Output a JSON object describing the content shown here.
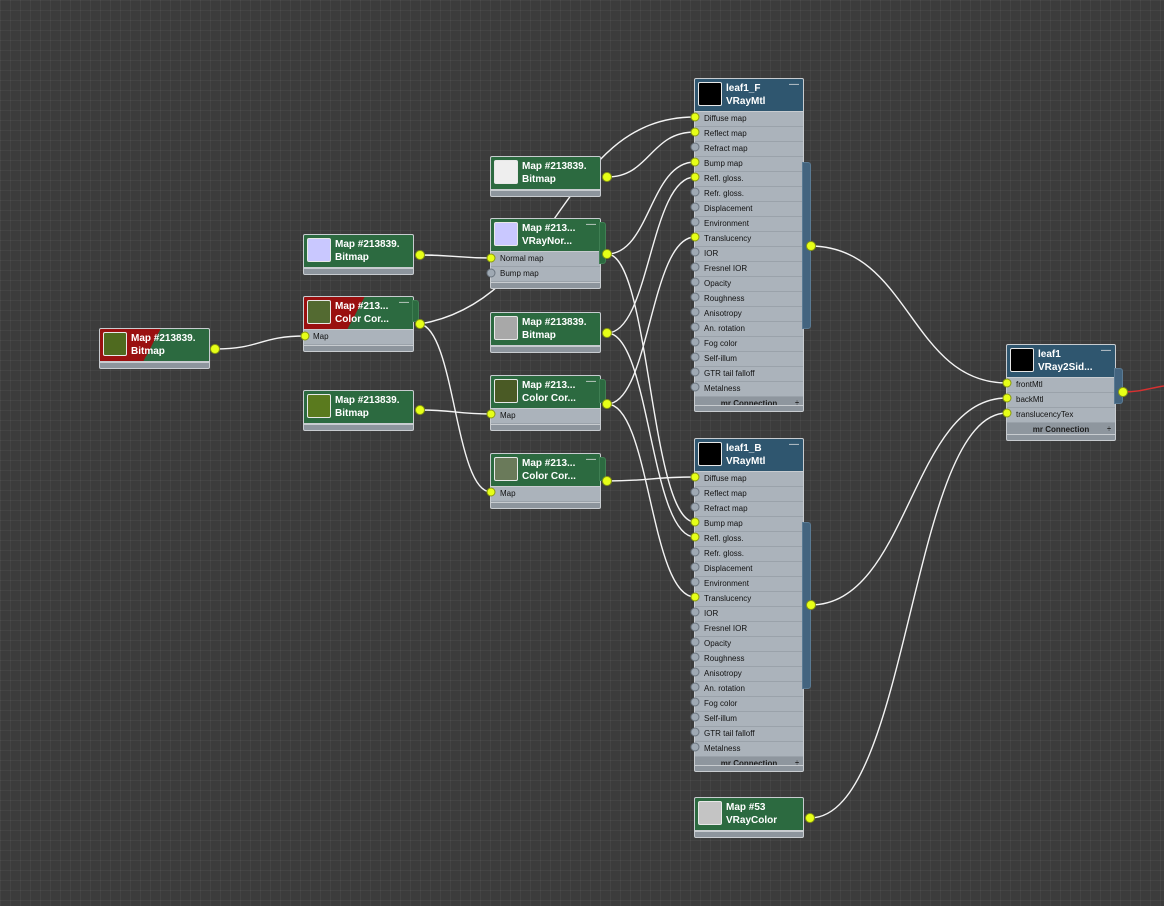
{
  "map_nodes": [
    {
      "id": "n1",
      "title": "Map #213839...",
      "type": "Bitmap",
      "swatch": "#4f6a1f",
      "selected": true
    },
    {
      "id": "n2",
      "title": "Map #213839...",
      "type": "Bitmap",
      "swatch": "#c9c8ff",
      "selected": false
    },
    {
      "id": "n3",
      "title": "Map #213...",
      "type": "Color Cor...",
      "swatch": "#536a31",
      "selected": true,
      "inputs": [
        "Map"
      ]
    },
    {
      "id": "n4",
      "title": "Map #213839...",
      "type": "Bitmap",
      "swatch": "#5a7a1e",
      "selected": false
    },
    {
      "id": "n5",
      "title": "Map #213839...",
      "type": "Bitmap",
      "swatch": "#eeeeee",
      "selected": false
    },
    {
      "id": "n6",
      "title": "Map #213...",
      "type": "VRayNor...",
      "swatch": "#c9c8ff",
      "selected": false,
      "inputs": [
        "Normal map",
        "Bump map"
      ]
    },
    {
      "id": "n7",
      "title": "Map #213839...",
      "type": "Bitmap",
      "swatch": "#a8a8a8",
      "selected": false
    },
    {
      "id": "n8",
      "title": "Map #213...",
      "type": "Color Cor...",
      "swatch": "#4a5a25",
      "selected": false,
      "inputs": [
        "Map"
      ]
    },
    {
      "id": "n9",
      "title": "Map #213...",
      "type": "Color Cor...",
      "swatch": "#6a7a5a",
      "selected": false,
      "inputs": [
        "Map"
      ]
    },
    {
      "id": "n10",
      "title": "Map #53",
      "type": "VRayColor",
      "swatch": "#c4c4c4",
      "selected": false
    }
  ],
  "material_nodes": [
    {
      "id": "m1",
      "title": "leaf1_F",
      "type": "VRayMtl",
      "swatch": "#000000"
    },
    {
      "id": "m2",
      "title": "leaf1_B",
      "type": "VRayMtl",
      "swatch": "#000000"
    },
    {
      "id": "m3",
      "title": "leaf1",
      "type": "VRay2Sid...",
      "swatch": "#000000"
    }
  ],
  "vraymtl_slots": [
    "Diffuse map",
    "Reflect map",
    "Refract map",
    "Bump map",
    "Refl. gloss.",
    "Refr. gloss.",
    "Displacement",
    "Environment",
    "Translucency",
    "IOR",
    "Fresnel IOR",
    "Opacity",
    "Roughness",
    "Anisotropy",
    "An. rotation",
    "Fog color",
    "Self-illum",
    "GTR tail falloff",
    "Metalness"
  ],
  "vraymtl_f_slots": [
    "Diffuse map",
    "Reflect map",
    "Refract map",
    "Bump map",
    "Refl. gloss.",
    "Refr. gloss.",
    "Displacement",
    "Environment",
    "Translucency",
    "IOR",
    "Fresnel IOR",
    "Opacity",
    "Roughness",
    "Anisotropy",
    "An. rotation",
    "Fog color",
    "Self-illum",
    "GTR tail falloff",
    "Metalness"
  ],
  "vraymtl_b_slots": [
    "Diffuse map",
    "Reflect map",
    "Refract map",
    "Bump map",
    "Refl. gloss.",
    "Refr. gloss.",
    "Displacement",
    "Environment",
    "Translucency",
    "IOR",
    "Fresnel IOR",
    "Opacity",
    "Roughness",
    "Anisotropy",
    "An. rotation",
    "Fog color",
    "Self-illum",
    "GTR tail falloff",
    "Metalness"
  ],
  "twosided_slots": [
    "frontMtl",
    "backMtl",
    "translucencyTex"
  ],
  "mr_connection_label": "mr Connection",
  "minimize_glyph": "—",
  "expand_glyph": "÷"
}
